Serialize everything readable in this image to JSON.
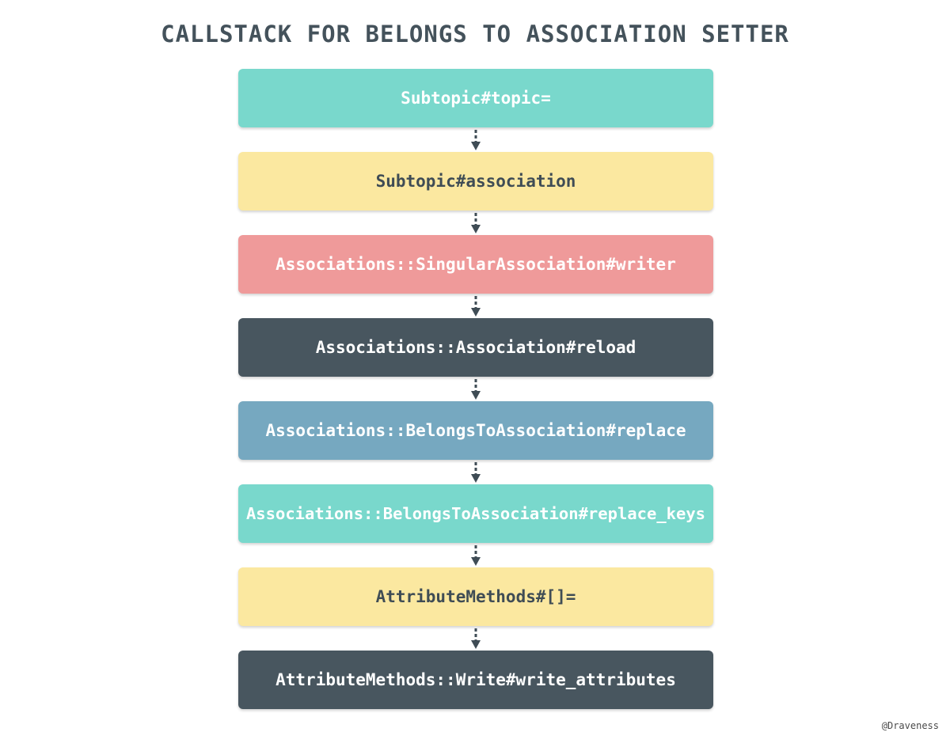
{
  "title": "CALLSTACK FOR BELONGS TO ASSOCIATION SETTER",
  "credit": "@Draveness",
  "colors": {
    "teal": "#79d8cc",
    "yellow": "#fbe8a0",
    "pink": "#ef9a9a",
    "slate": "#48565f",
    "steel_blue": "#76a8c0",
    "dark_text": "#3f4c55",
    "light_text": "#ffffff",
    "arrow": "#3f4c55"
  },
  "calls": [
    {
      "label": "Subtopic#topic=",
      "color": "teal",
      "text": "light"
    },
    {
      "label": "Subtopic#association",
      "color": "yellow",
      "text": "dark"
    },
    {
      "label": "Associations::SingularAssociation#writer",
      "color": "pink",
      "text": "light"
    },
    {
      "label": "Associations::Association#reload",
      "color": "slate",
      "text": "light"
    },
    {
      "label": "Associations::BelongsToAssociation#replace",
      "color": "steel_blue",
      "text": "light"
    },
    {
      "label": "Associations::BelongsToAssociation#replace_keys",
      "color": "teal",
      "text": "light"
    },
    {
      "label": "AttributeMethods#[]=",
      "color": "yellow",
      "text": "dark"
    },
    {
      "label": "AttributeMethods::Write#write_attributes",
      "color": "slate",
      "text": "light"
    }
  ]
}
